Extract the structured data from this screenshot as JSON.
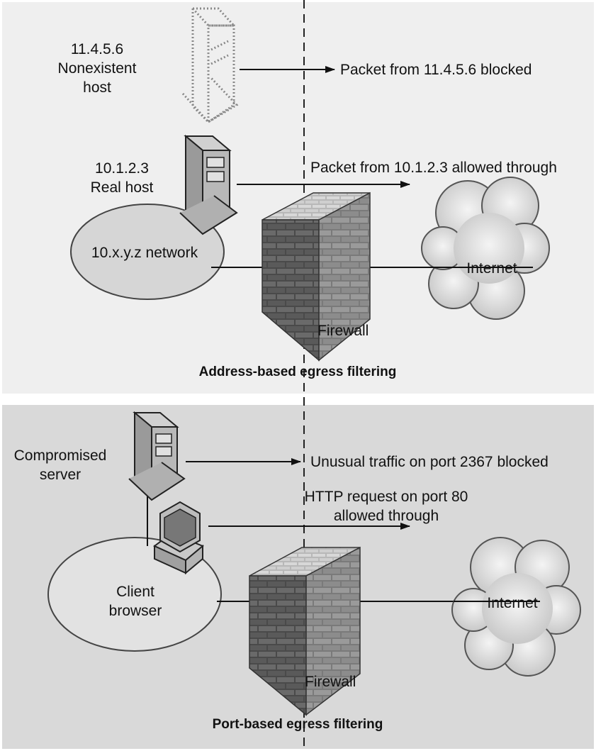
{
  "colors": {
    "panel_top": "#efefef",
    "panel_bottom": "#d9d9d9",
    "brick": "#8a8a8a",
    "ellipse_fill": "#d6d6d6",
    "cloud_fill": "#dcdcdc"
  },
  "top": {
    "fake_host_ip": "11.4.5.6",
    "fake_host_line1": "Nonexistent",
    "fake_host_line2": "host",
    "blocked_label": "Packet from 11.4.5.6 blocked",
    "real_host_ip": "10.1.2.3",
    "real_host_label": "Real host",
    "allowed_label": "Packet from 10.1.2.3 allowed through",
    "network_label": "10.x.y.z network",
    "internet_label": "Internet",
    "firewall_label": "Firewall",
    "caption": "Address-based egress filtering"
  },
  "bottom": {
    "server_line1": "Compromised",
    "server_line2": "server",
    "blocked_label": "Unusual traffic on port 2367 blocked",
    "allowed_line1": "HTTP request on port 80",
    "allowed_line2": "allowed through",
    "client_line1": "Client",
    "client_line2": "browser",
    "internet_label": "Internet",
    "firewall_label": "Firewall",
    "caption": "Port-based egress filtering"
  },
  "icons": [
    "server-tower-icon",
    "ghost-server-icon",
    "desktop-computer-icon",
    "brick-firewall-icon",
    "internet-cloud-icon",
    "arrow-icon"
  ]
}
